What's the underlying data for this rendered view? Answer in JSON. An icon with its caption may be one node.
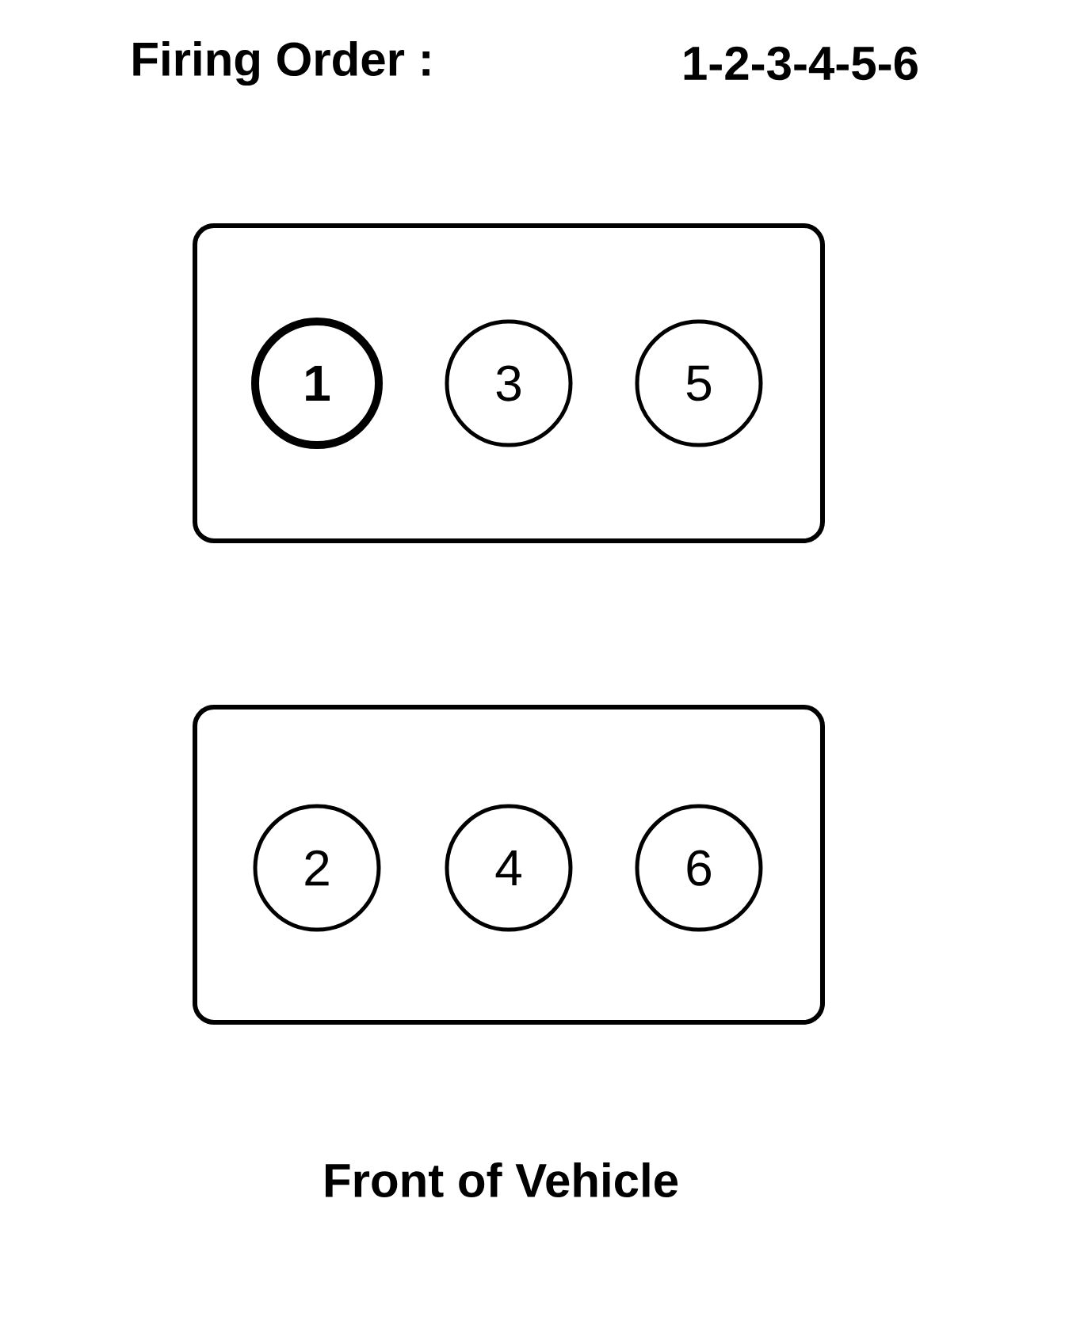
{
  "diagram": {
    "title": "Firing Order :",
    "nodes": [
      {
        "text": [],
        "shape": "box"
      },
      {
        "text": [
          "1"
        ],
        "in": 0
      },
      {
        "text": [
          "3"
        ],
        "in": 0
      },
      {
        "text": [
          "5"
        ],
        "in": 0
      },
      {
        "text": [],
        "shape": "box"
      },
      {
        "text": [
          "2"
        ],
        "in": 4
      },
      {
        "text": [
          "4"
        ],
        "in": 4
      },
      {
        "text": [
          "6"
        ],
        "in": 4
      }
    ],
    "edges": [],
    "labels": [
      "1-2-3-4-5-6",
      "Front of Vehicle"
    ]
  }
}
